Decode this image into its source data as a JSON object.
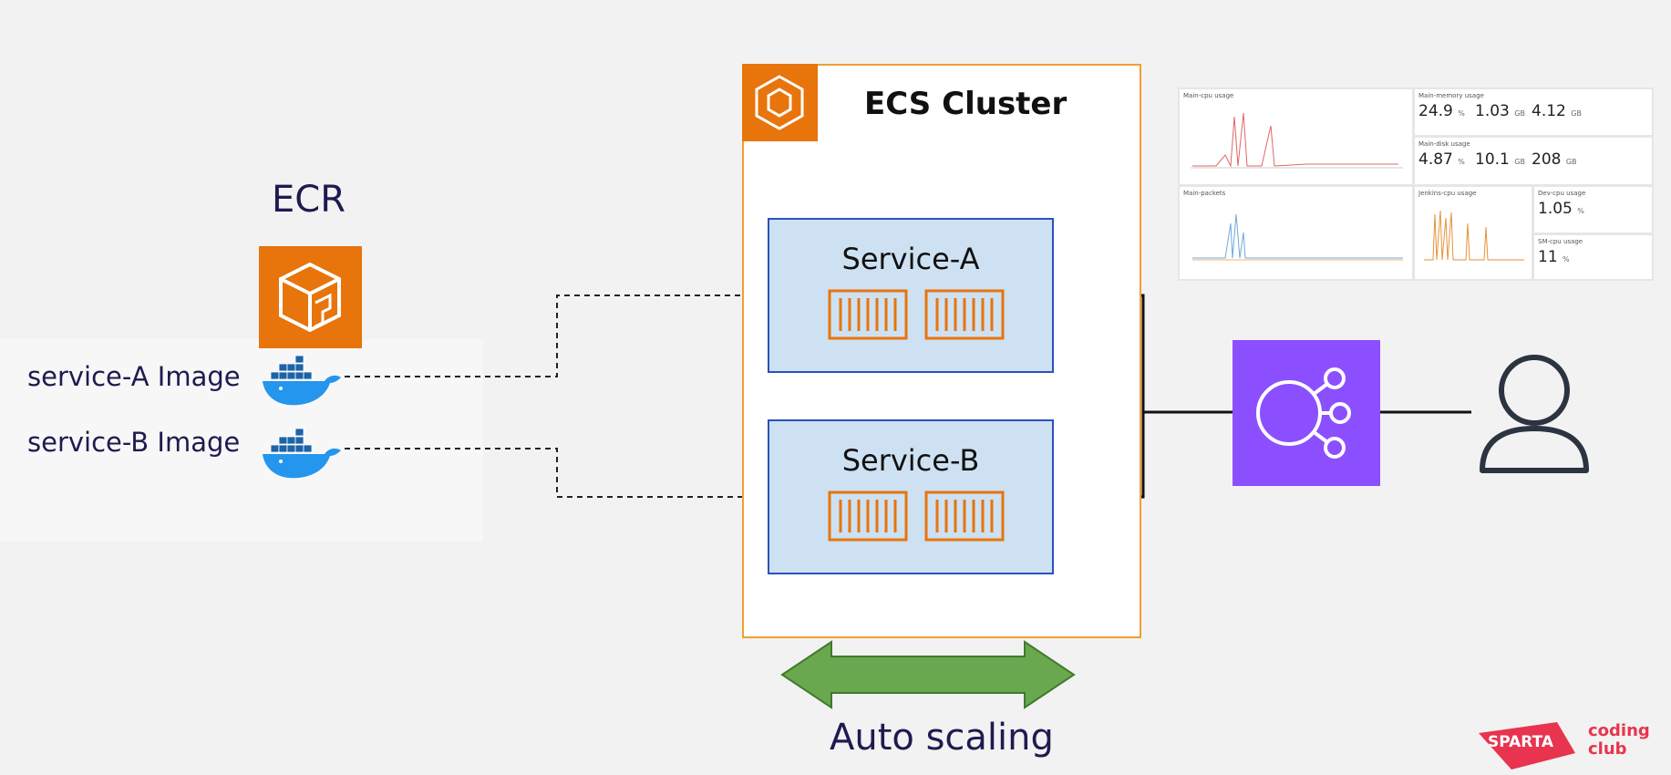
{
  "ecr": {
    "label": "ECR",
    "icon": "ecr-icon",
    "color": "#e8740c"
  },
  "images": [
    {
      "label": "service-A Image",
      "icon": "docker-icon"
    },
    {
      "label": "service-B Image",
      "icon": "docker-icon"
    }
  ],
  "cluster": {
    "title": "ECS Cluster",
    "icon": "ecs-icon",
    "border_color": "#f0a030"
  },
  "services": [
    {
      "title": "Service-A",
      "icon": "container-icon"
    },
    {
      "title": "Service-B",
      "icon": "container-icon"
    }
  ],
  "autoscaling": {
    "label": "Auto scaling",
    "color": "#6aa84f"
  },
  "load_balancer": {
    "icon": "load-balancer-icon",
    "color": "#8c4fff"
  },
  "user": {
    "icon": "user-icon"
  },
  "dashboard": {
    "panels": [
      {
        "title": "Main-cpu usage"
      },
      {
        "title": "Main-memory usage",
        "stats": [
          {
            "value": "24.9",
            "unit": "%"
          },
          {
            "value": "1.03",
            "unit": "GB"
          },
          {
            "value": "4.12",
            "unit": "GB"
          }
        ]
      },
      {
        "title": "Main-disk usage",
        "stats": [
          {
            "value": "4.87",
            "unit": "%"
          },
          {
            "value": "10.1",
            "unit": "GB"
          },
          {
            "value": "208",
            "unit": "GB"
          }
        ]
      },
      {
        "title": "Main-packets"
      },
      {
        "title": "Jenkins-cpu usage"
      },
      {
        "title": "Dev-cpu usage",
        "stats": [
          {
            "value": "1.05",
            "unit": "%"
          }
        ]
      },
      {
        "title": "SM-cpu usage",
        "stats": [
          {
            "value": "11",
            "unit": "%"
          }
        ]
      }
    ]
  },
  "brand": {
    "badge": "SPARTA",
    "line1": "coding",
    "line2": "club"
  }
}
